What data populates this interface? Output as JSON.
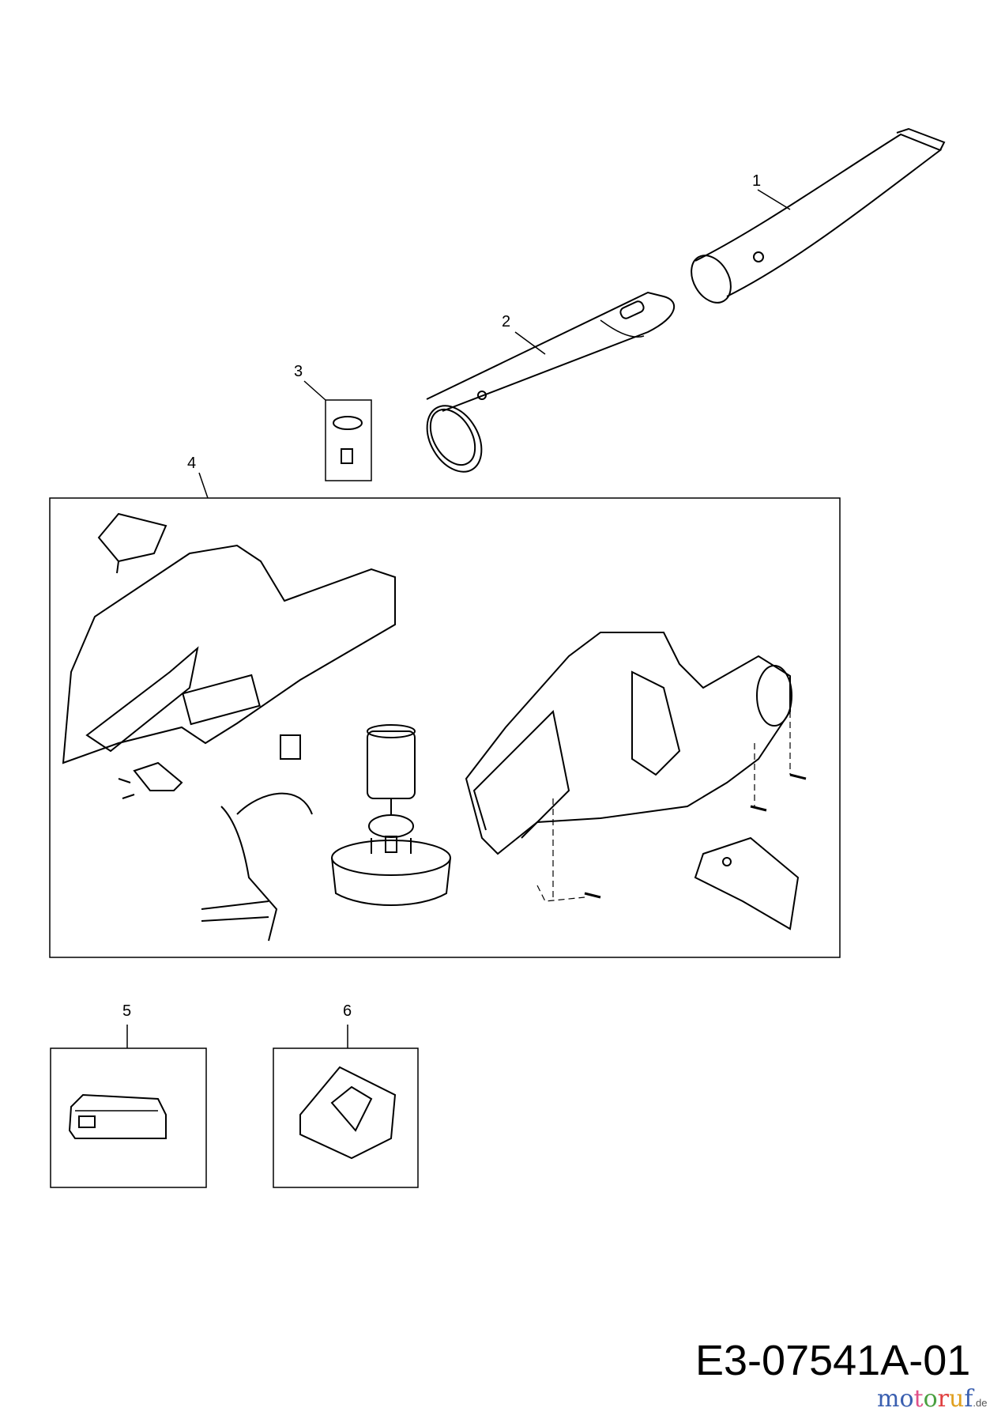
{
  "diagram": {
    "part_labels": [
      "1",
      "2",
      "3",
      "4",
      "5",
      "6"
    ],
    "drawing_code": "E3-07541A-01",
    "logo": {
      "text": "motoruf",
      "suffix": ".de",
      "colors": [
        "#3a5fb0",
        "#3a5fb0",
        "#e0508a",
        "#4aa040",
        "#e04040",
        "#e0a020",
        "#3a5fb0"
      ]
    }
  }
}
